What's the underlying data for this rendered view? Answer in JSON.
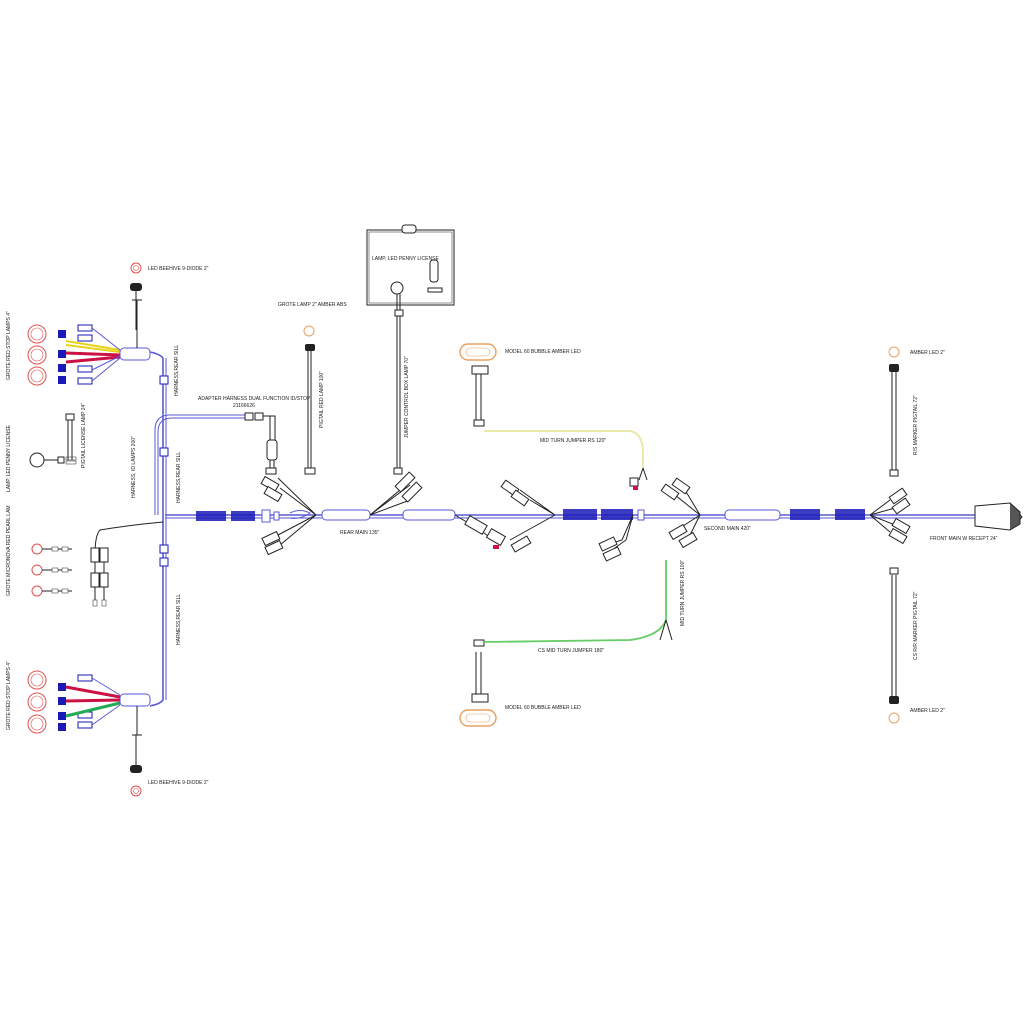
{
  "labels": {
    "led_beehive_top": "LED BEEHIVE 9-DIODE 2\"",
    "led_beehive_bottom": "LED BEEHIVE 9-DIODE 2\"",
    "grote_stop_top": "GROTE RED STOP LAMPS 4\"",
    "grote_stop_bottom": "GROTE RED STOP LAMPS 4\"",
    "lamp_penny_left": "LAMP, LED PENNY LICENSE",
    "pigtail_license": "PIGTAIL LICENSE LAMP 24\"",
    "grote_micronova": "GROTE MICRONOVA RED PEARL LAM",
    "harness_rear_sill_1": "HARNESS,REAR SILL",
    "harness_rear_sill_2": "HARNESS,REAR SILL",
    "harness_rear_sill_3": "HARNESS,REAR SILL",
    "harness_id_lamps": "HARNESS, ID LAMPS 200\"",
    "adapter_harness_1": "ADAPTER HARNESS DUAL FUNCTION ID/STOP",
    "adapter_harness_2": "21166626",
    "grote_amber": "GROTE LAMP 2\" AMBER ABS",
    "pigtail_red_lamp": "PIGTAIL RED LAMP 100\"",
    "lamp_penny_box": "LAMP, LED PENNY LICENSE",
    "jumper_control_box": "JUMPER CONTROL BOX LAMP 70\"",
    "rear_main": "REAR MAIN 135\"",
    "model60_top": "MODEL 60 BUBBLE AMBER LED",
    "model60_bottom": "MODEL 60 BUBBLE AMBER LED",
    "mid_turn_rs": "MID TURN JUMPER RS 120\"",
    "second_main": "SECOND MAIN 420\"",
    "mid_turn_jumper_cs": "MID TURN JUMPER RS 100\"",
    "cs_mid_turn": "CS MID TURN JUMPER 180\"",
    "amber_led_top": "AMBER LED 2\"",
    "amber_led_bottom": "AMBER LED 2\"",
    "rs_marker": "R/S MARKER PIGTAIL 72\"",
    "cs_marker": "CS R/R MARKER PIGTAIL 72\"",
    "front_main": "FRONT MAIN W RECEPT 24\""
  },
  "colors": {
    "harness": "#5a5ad6",
    "connector": "#1a1ab8",
    "red_wire": "#cc1144",
    "yellow_wire": "#e8d21a",
    "green_wire": "#22aa55",
    "jumper_yellow": "#e8e8a0",
    "jumper_green": "#66cc66",
    "lamp_red": "#e05050",
    "lamp_amber": "#e8a060"
  }
}
